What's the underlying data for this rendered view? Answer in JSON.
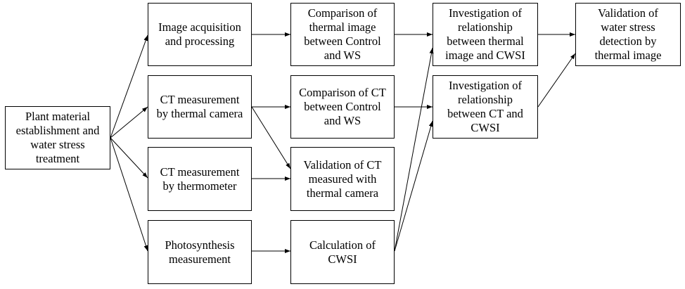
{
  "diagram": {
    "nodes": {
      "plant": "Plant material\nestablishment and\nwater stress\ntreatment",
      "image_acq": "Image acquisition\nand processing",
      "ct_thermal": "CT measurement\nby thermal camera",
      "ct_thermometer": "CT measurement\nby thermometer",
      "photosynthesis": "Photosynthesis\nmeasurement",
      "compare_image": "Comparison of\nthermal image\nbetween Control\nand WS",
      "compare_ct": "Comparison of CT\nbetween Control\nand WS",
      "validate_ct": "Validation of CT\nmeasured with\nthermal camera",
      "calc_cwsi": "Calculation of\nCWSI",
      "rel_image_cwsi": "Investigation of\nrelationship\nbetween thermal\nimage and CWSI",
      "rel_ct_cwsi": "Investigation of\nrelationship\nbetween CT and\nCWSI",
      "validate_detection": "Validation of\nwater stress\ndetection by\nthermal image"
    }
  }
}
